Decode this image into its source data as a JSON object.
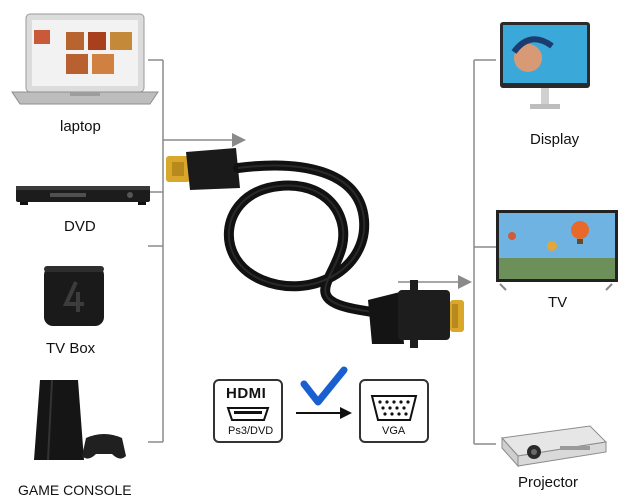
{
  "sources": [
    {
      "label": "laptop",
      "icon": "laptop-icon"
    },
    {
      "label": "DVD",
      "icon": "dvd-player-icon"
    },
    {
      "label": "TV Box",
      "icon": "tv-box-icon"
    },
    {
      "label": "GAME CONSOLE",
      "icon": "game-console-icon"
    }
  ],
  "outputs": [
    {
      "label": "Display",
      "icon": "monitor-icon"
    },
    {
      "label": "TV",
      "icon": "tv-icon"
    },
    {
      "label": "Projector",
      "icon": "projector-icon"
    }
  ],
  "legend": {
    "hdmi_title": "HDMI",
    "hdmi_sub": "Ps3/DVD",
    "vga_sub": "VGA"
  },
  "colors": {
    "cable": "#111111",
    "connector_gold": "#d9a72a",
    "check_blue": "#1a5fd0",
    "line_gray": "#8a8a8a"
  }
}
